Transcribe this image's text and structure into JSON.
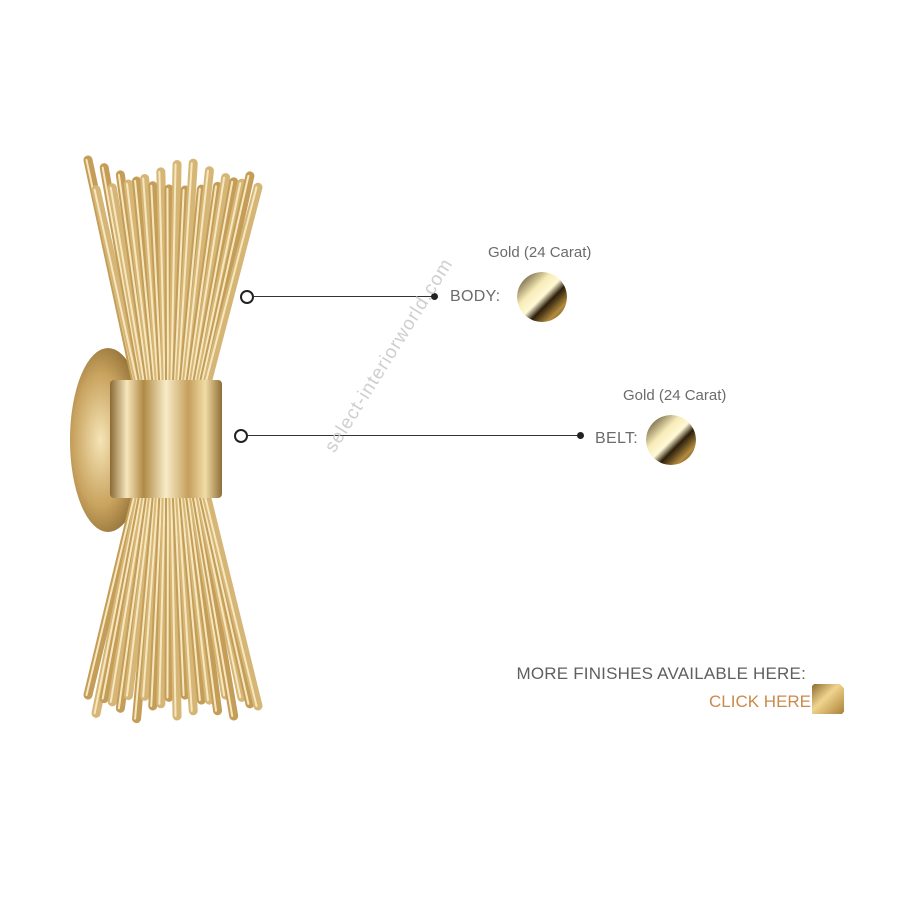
{
  "watermark": "select-interiorworld.com",
  "callouts": [
    {
      "part": "BODY:",
      "finish": "Gold (24 Carat)"
    },
    {
      "part": "BELT:",
      "finish": "Gold (24 Carat)"
    }
  ],
  "more_finishes": {
    "heading": "MORE FINISHES AVAILABLE HERE:",
    "link_label": "CLICK HERE"
  },
  "colors": {
    "gold": "#d8b878",
    "gold_dark": "#a9823f",
    "link": "#c98a4b"
  },
  "icons": {
    "swatch": "gold-finish-swatch",
    "link_icon": "gold-half-moon-icon"
  }
}
